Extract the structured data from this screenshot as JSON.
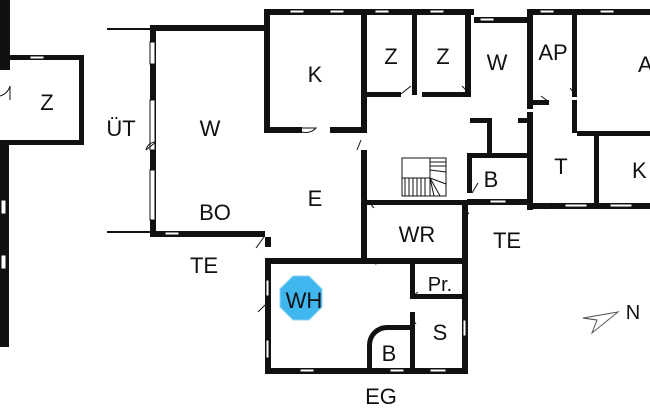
{
  "floor_plan": {
    "floor_label": "EG",
    "north_label": "N",
    "colors": {
      "wall": "#111111",
      "background": "#ffffff",
      "marker": "#3FB6EE"
    },
    "rooms": {
      "z_left": "Z",
      "ut": "ÜT",
      "w_main": "W",
      "bo": "BO",
      "k_main": "K",
      "e": "E",
      "z1": "Z",
      "z2": "Z",
      "w_right": "W",
      "ap": "AP",
      "a_right": "A",
      "t": "T",
      "k_right": "K",
      "b_upper": "B",
      "wr": "WR",
      "te_right": "TE",
      "te_left": "TE",
      "pr": "Pr.",
      "s": "S",
      "b_lower": "B"
    },
    "marker": {
      "label": "WH",
      "icon": "octagon-marker"
    },
    "compass_icon": "north-arrow"
  }
}
